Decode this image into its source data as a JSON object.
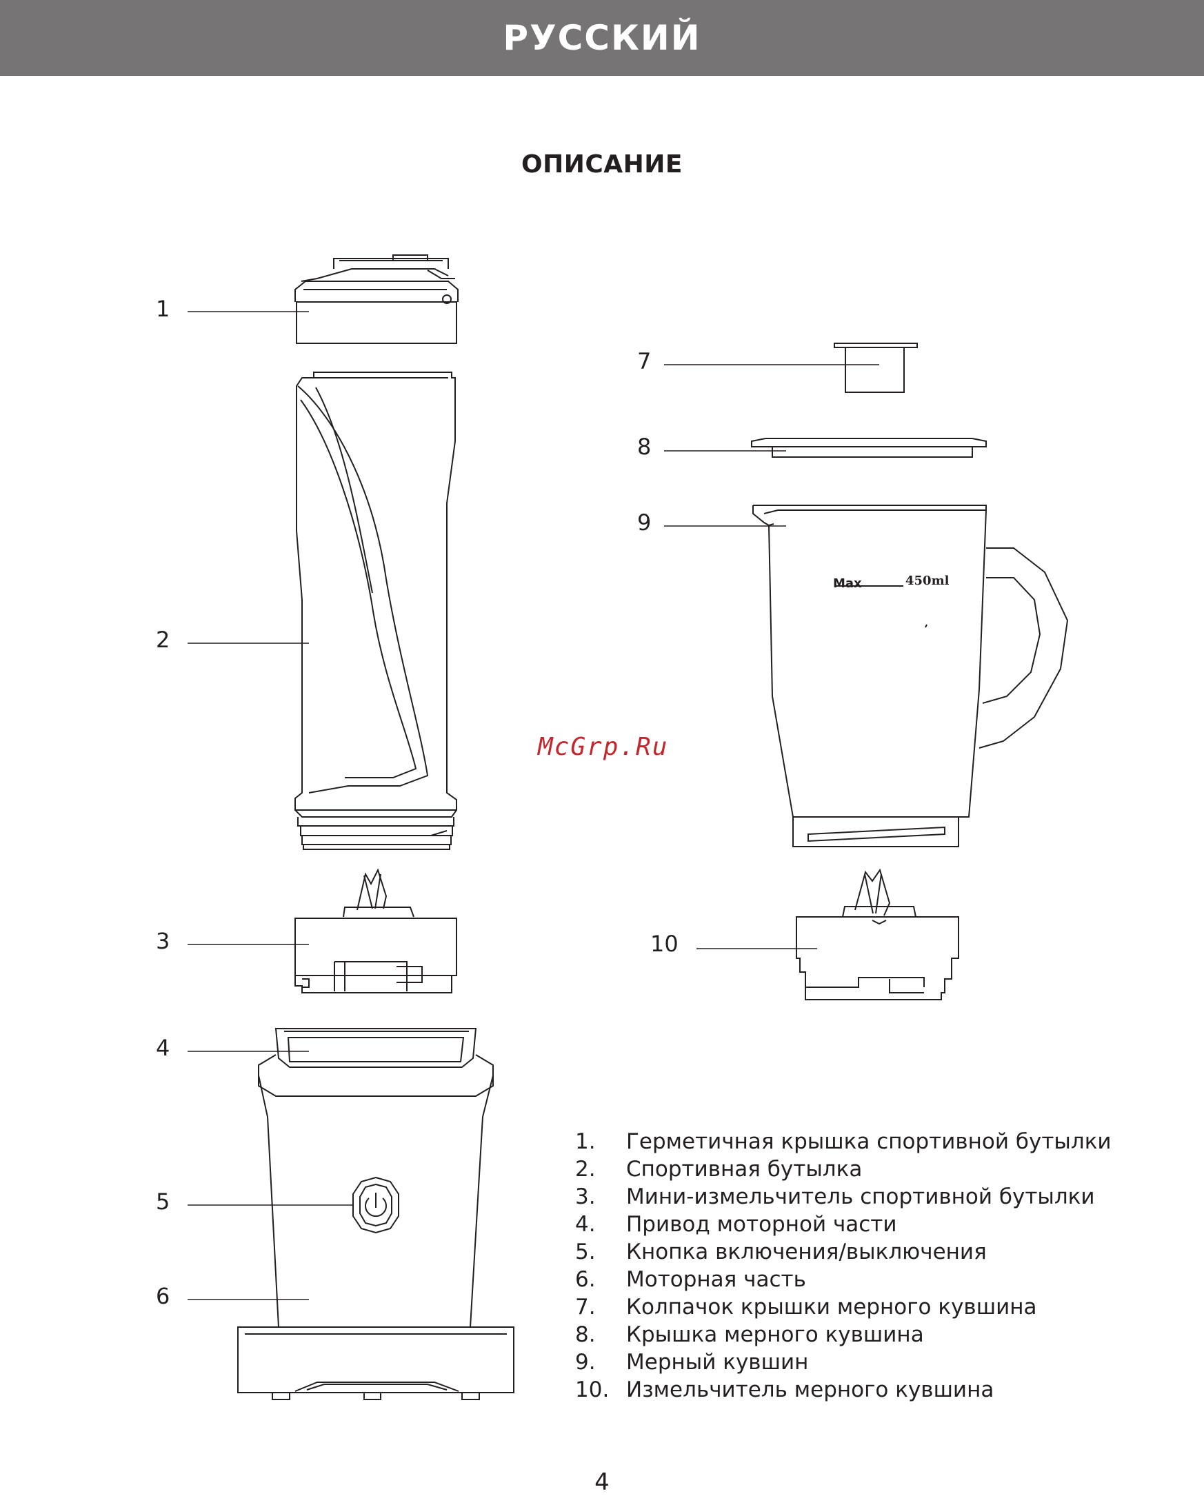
{
  "header": {
    "language": "РУССКИЙ"
  },
  "section": {
    "title": "ОПИСАНИЕ"
  },
  "callouts": [
    "1",
    "2",
    "3",
    "4",
    "5",
    "6",
    "7",
    "8",
    "9",
    "10"
  ],
  "jug": {
    "scale_max": "Max",
    "scale_volume": "450ml"
  },
  "watermark": "McGrp.Ru",
  "legend": [
    {
      "num": "1.",
      "text": "Герметичная крышка спортивной бутылки"
    },
    {
      "num": "2.",
      "text": "Спортивная бутылка"
    },
    {
      "num": "3.",
      "text": "Мини-измельчитель спортивной бутылки"
    },
    {
      "num": "4.",
      "text": "Привод моторной части"
    },
    {
      "num": "5.",
      "text": "Кнопка включения/выключения"
    },
    {
      "num": "6.",
      "text": "Моторная часть"
    },
    {
      "num": "7.",
      "text": "Колпачок крышки мерного кувшина"
    },
    {
      "num": "8.",
      "text": "Крышка мерного кувшина"
    },
    {
      "num": "9.",
      "text": "Мерный кувшин"
    },
    {
      "num": "10.",
      "text": "Измельчитель мерного кувшина"
    }
  ],
  "page_number": "4"
}
